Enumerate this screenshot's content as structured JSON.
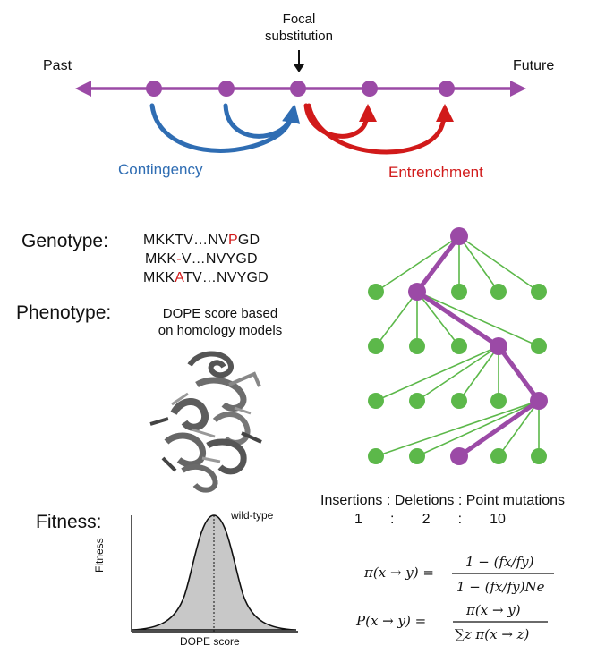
{
  "timeline": {
    "past_label": "Past",
    "future_label": "Future",
    "focal_label_line1": "Focal",
    "focal_label_line2": "substitution",
    "contingency_label": "Contingency",
    "entrenchment_label": "Entrenchment",
    "colors": {
      "line": "#9b4aa6",
      "contingency": "#2f6db3",
      "entrenchment": "#d11a1a"
    }
  },
  "genotype": {
    "label": "Genotype:",
    "sequences": [
      {
        "a": "MKKTV…NV",
        "mut": "P",
        "b": "GD"
      },
      {
        "a": "MKK",
        "mut": "-",
        "b": "V…NVYGD"
      },
      {
        "a": "MKK",
        "mut": "A",
        "b": "TV…NVYGD"
      }
    ]
  },
  "phenotype": {
    "label": "Phenotype:",
    "desc_line1": "DOPE score based",
    "desc_line2": "on homology models"
  },
  "fitness": {
    "label": "Fitness:",
    "y_axis": "Fitness",
    "x_axis": "DOPE score",
    "peak_label": "wild-type"
  },
  "tree": {
    "colors": {
      "node": "#5cb84a",
      "path": "#9b4aa6"
    }
  },
  "mutation_ratio": {
    "header": "Insertions : Deletions : Point mutations",
    "values": "1       :       2       :       10"
  },
  "formulas": {
    "pi_lhs": "π(x → y) =",
    "pi_num": "1 − (fx/fy)",
    "pi_den": "1 − (fx/fy)Ne",
    "p_lhs": "P(x → y) =",
    "p_num": "π(x → y)",
    "p_den": "∑z π(x → z)"
  }
}
